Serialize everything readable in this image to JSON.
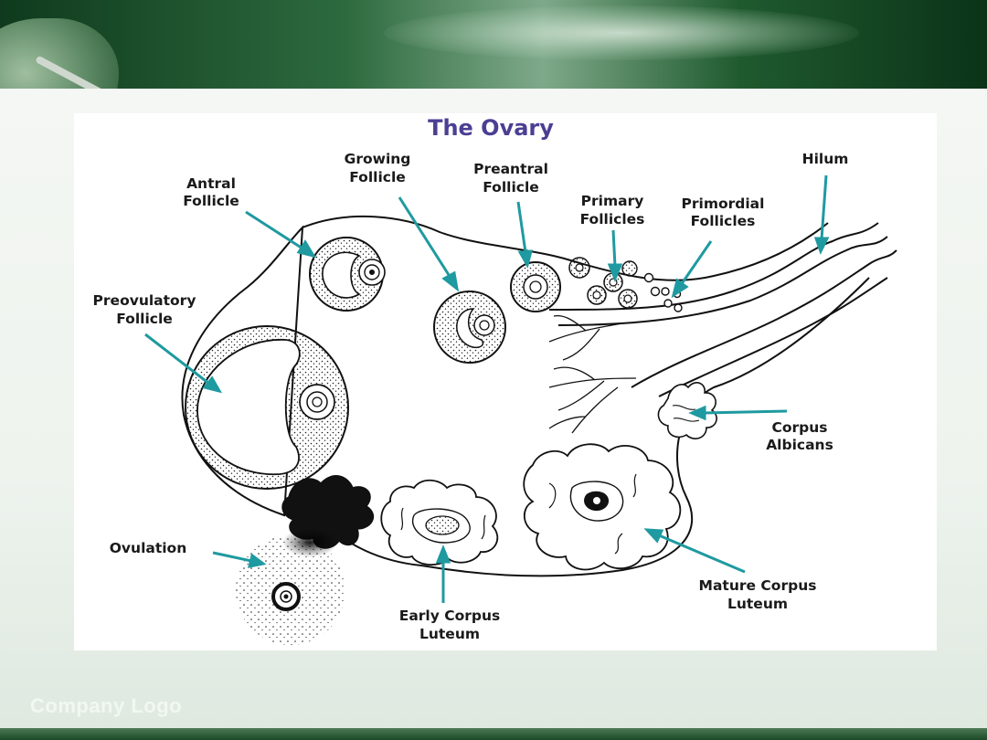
{
  "slide": {
    "footer_logo": "Company  Logo"
  },
  "diagram": {
    "title": "The Ovary",
    "colors": {
      "title": "#4b3f93",
      "arrow": "#1e9aa0",
      "outline": "#111111"
    },
    "labels": {
      "antral": [
        "Antral",
        "Follicle"
      ],
      "growing": [
        "Growing",
        "Follicle"
      ],
      "preantral": [
        "Preantral",
        "Follicle"
      ],
      "primary": [
        "Primary",
        "Follicles"
      ],
      "primordial": [
        "Primordial",
        "Follicles"
      ],
      "hilum": [
        "Hilum"
      ],
      "preovulatory": [
        "Preovulatory",
        "Follicle"
      ],
      "corpus_albicans": [
        "Corpus",
        "Albicans"
      ],
      "ovulation": [
        "Ovulation"
      ],
      "early_corpus_luteum": [
        "Early Corpus",
        "Luteum"
      ],
      "mature_corpus_luteum": [
        "Mature Corpus",
        "Luteum"
      ]
    }
  }
}
